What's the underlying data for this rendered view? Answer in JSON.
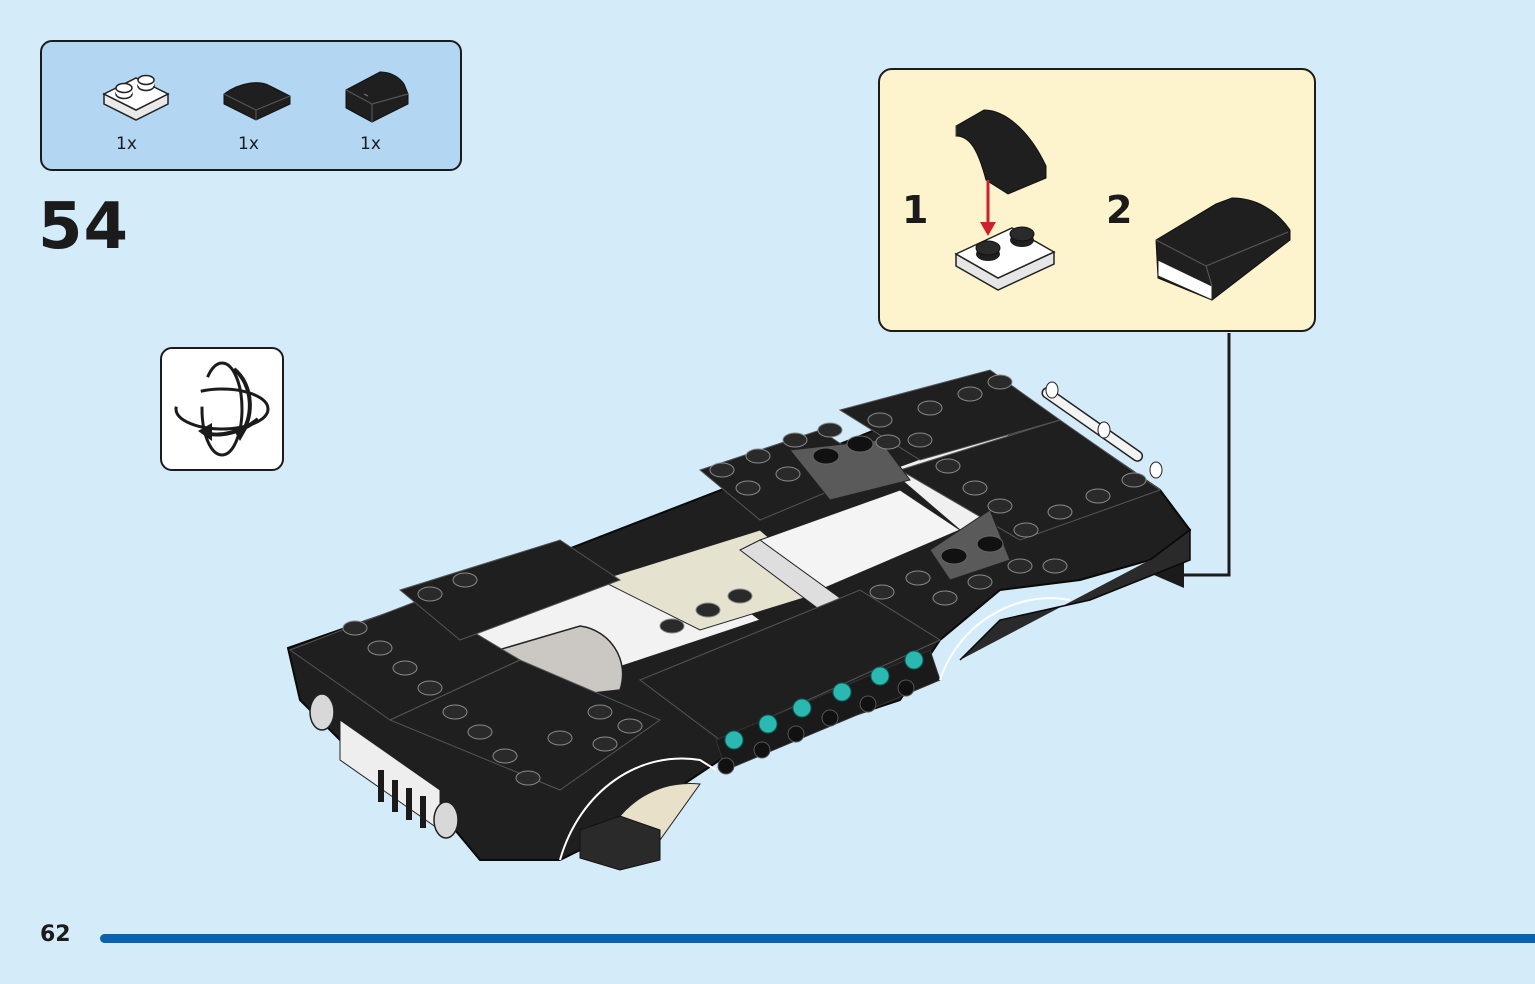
{
  "parts_list": {
    "items": [
      {
        "name": "white plate 1x2",
        "quantity": "1x",
        "color": "#ffffff"
      },
      {
        "name": "black curved slope 1x2",
        "quantity": "1x",
        "color": "#1f1f1f"
      },
      {
        "name": "black curved slope 2x2",
        "quantity": "1x",
        "color": "#1f1f1f"
      }
    ]
  },
  "step": {
    "number": "54"
  },
  "sub_assembly": {
    "steps": [
      {
        "label": "1"
      },
      {
        "label": "2"
      }
    ]
  },
  "footer": {
    "page_number": "62"
  },
  "colors": {
    "page_background": "#d4ebfa",
    "parts_box": "#b3d6f3",
    "sub_assembly_box": "#fdf3cc",
    "brick_black": "#1f1f1f",
    "accent_teal": "#2bb8b0",
    "arrow_red": "#d01f2d",
    "footer_rule": "#0b62ad"
  },
  "icons": [
    "rotate-model-icon",
    "placement-arrow-icon",
    "callout-arrow-icon"
  ]
}
